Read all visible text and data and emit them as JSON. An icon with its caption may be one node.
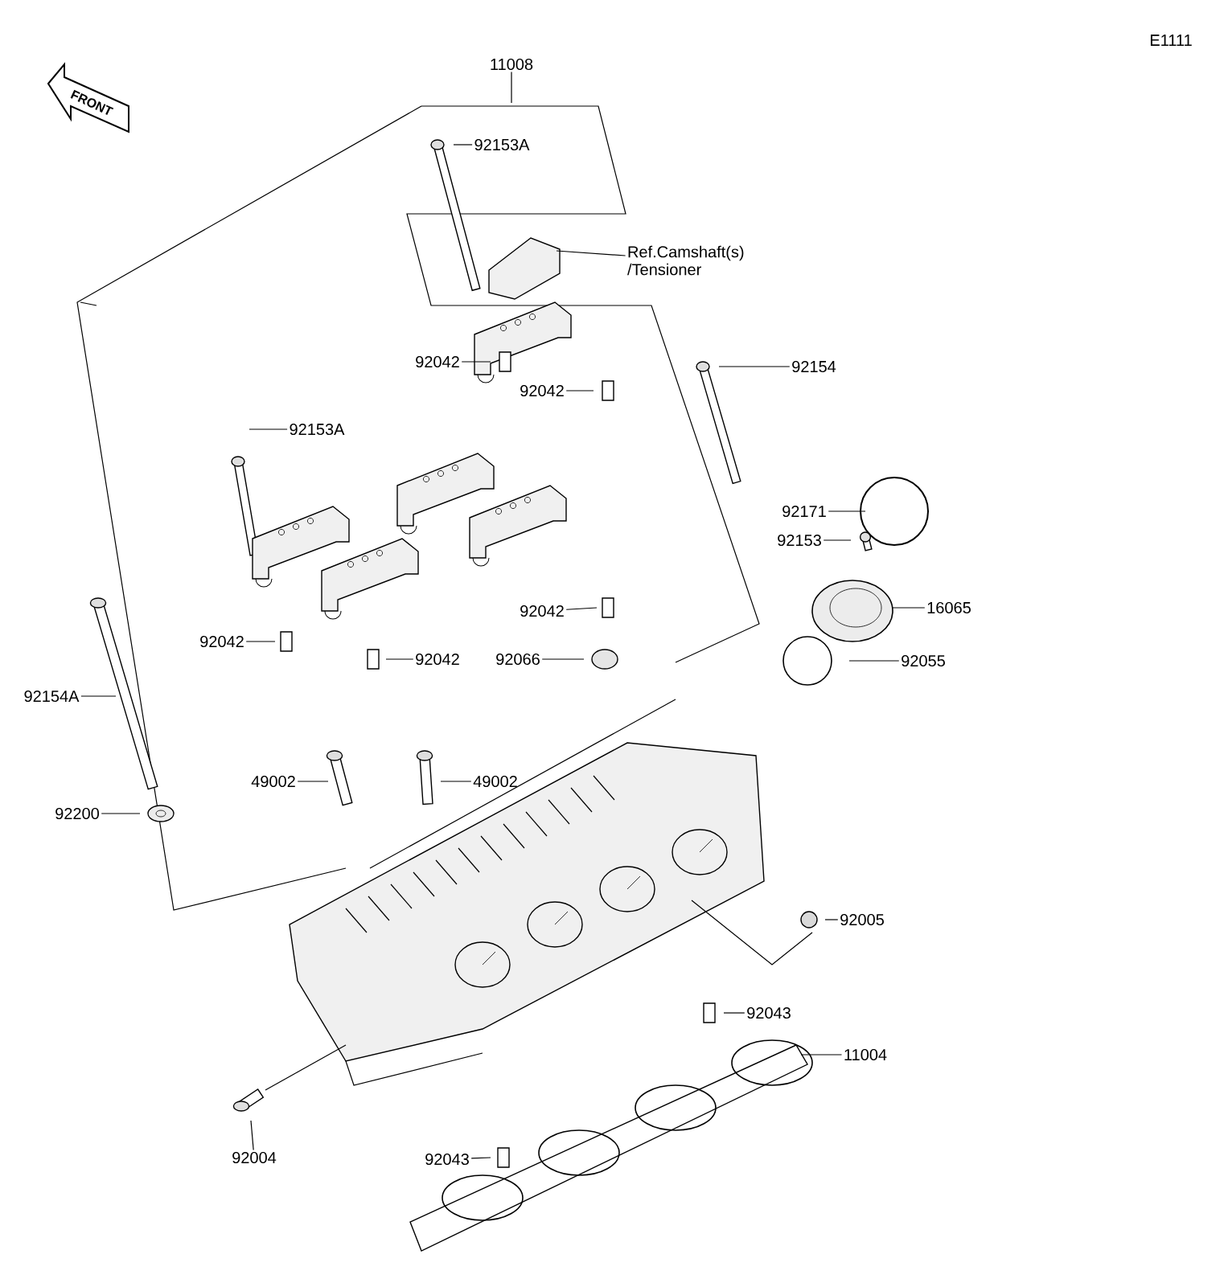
{
  "diagram": {
    "nodes": [
      {
        "text": [
          "11008"
        ]
      },
      {
        "text": [
          "92153A"
        ]
      },
      {
        "text": [
          "Ref.Camshaft(s) /Tensioner"
        ]
      },
      {
        "text": [
          "92154"
        ]
      },
      {
        "text": [
          "92042"
        ]
      },
      {
        "text": [
          "92042"
        ]
      },
      {
        "text": [
          "92153A"
        ]
      },
      {
        "text": [
          "92171"
        ]
      },
      {
        "text": [
          "92153"
        ]
      },
      {
        "text": [
          "16065"
        ]
      },
      {
        "text": [
          "92042"
        ]
      },
      {
        "text": [
          "92042"
        ]
      },
      {
        "text": [
          "92042"
        ]
      },
      {
        "text": [
          "92066"
        ]
      },
      {
        "text": [
          "92055"
        ]
      },
      {
        "text": [
          "92154A"
        ]
      },
      {
        "text": [
          "49002"
        ]
      },
      {
        "text": [
          "49002"
        ]
      },
      {
        "text": [
          "92200"
        ]
      },
      {
        "text": [
          "92005"
        ]
      },
      {
        "text": [
          "92043"
        ]
      },
      {
        "text": [
          "11004"
        ]
      },
      {
        "text": [
          "92004"
        ]
      },
      {
        "text": [
          "92043"
        ]
      }
    ],
    "edges": [
      {
        "from": 0,
        "to": null,
        "arrow": "none"
      },
      {
        "from": 1,
        "to": null,
        "arrow": "none"
      },
      {
        "from": 2,
        "to": null,
        "arrow": "none"
      },
      {
        "from": 3,
        "to": null,
        "arrow": "none"
      },
      {
        "from": 4,
        "to": null,
        "arrow": "none"
      },
      {
        "from": 5,
        "to": null,
        "arrow": "none"
      },
      {
        "from": 6,
        "to": null,
        "arrow": "none"
      },
      {
        "from": 7,
        "to": null,
        "arrow": "none"
      },
      {
        "from": 8,
        "to": null,
        "arrow": "none"
      },
      {
        "from": 9,
        "to": null,
        "arrow": "none"
      },
      {
        "from": 10,
        "to": null,
        "arrow": "none"
      },
      {
        "from": 11,
        "to": null,
        "arrow": "none"
      },
      {
        "from": 12,
        "to": null,
        "arrow": "none"
      },
      {
        "from": 13,
        "to": null,
        "arrow": "none"
      },
      {
        "from": 14,
        "to": null,
        "arrow": "none"
      },
      {
        "from": 15,
        "to": null,
        "arrow": "none"
      },
      {
        "from": 16,
        "to": null,
        "arrow": "none"
      },
      {
        "from": 17,
        "to": null,
        "arrow": "none"
      },
      {
        "from": 18,
        "to": null,
        "arrow": "none"
      },
      {
        "from": 19,
        "to": null,
        "arrow": "none"
      },
      {
        "from": 20,
        "to": null,
        "arrow": "none"
      },
      {
        "from": 21,
        "to": null,
        "arrow": "none"
      },
      {
        "from": 22,
        "to": null,
        "arrow": "none"
      },
      {
        "from": 23,
        "to": null,
        "arrow": "none"
      }
    ],
    "labels": [
      "E1111",
      "FRONT"
    ]
  }
}
